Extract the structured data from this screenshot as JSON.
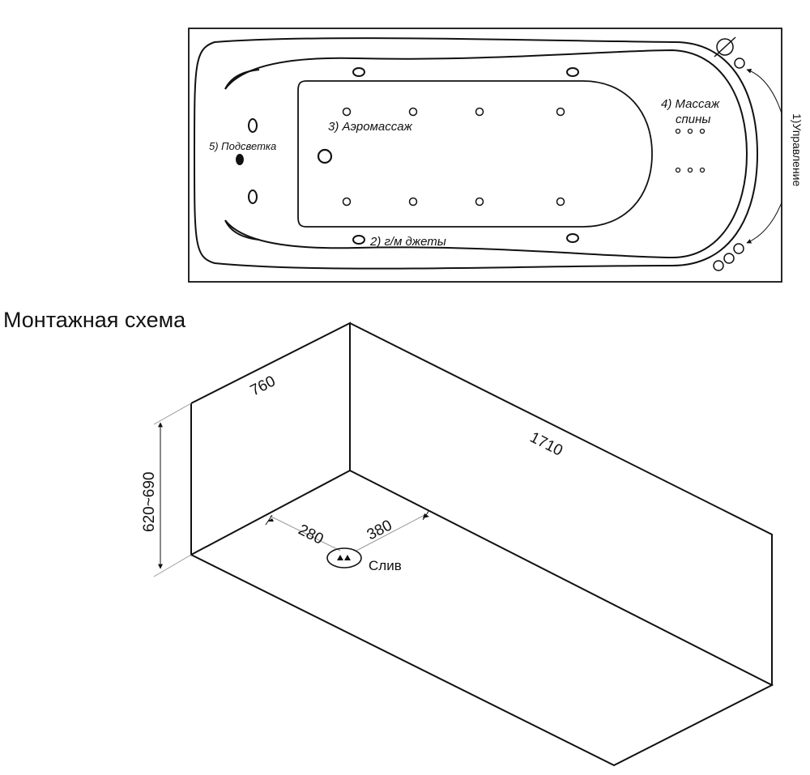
{
  "plan": {
    "labels": {
      "control": "1)Управление",
      "jets": "2) г/м джеты",
      "aero": "3) Аэромассаж",
      "back_massage_line1": "4) Массаж",
      "back_massage_line2": "спины",
      "lighting": "5) Подсветка"
    }
  },
  "mounting": {
    "title": "Монтажная схема",
    "width": "760",
    "length": "1710",
    "height": "620~690",
    "drain_offset_left": "280",
    "drain_offset_right": "380",
    "drain_label": "Слив"
  }
}
